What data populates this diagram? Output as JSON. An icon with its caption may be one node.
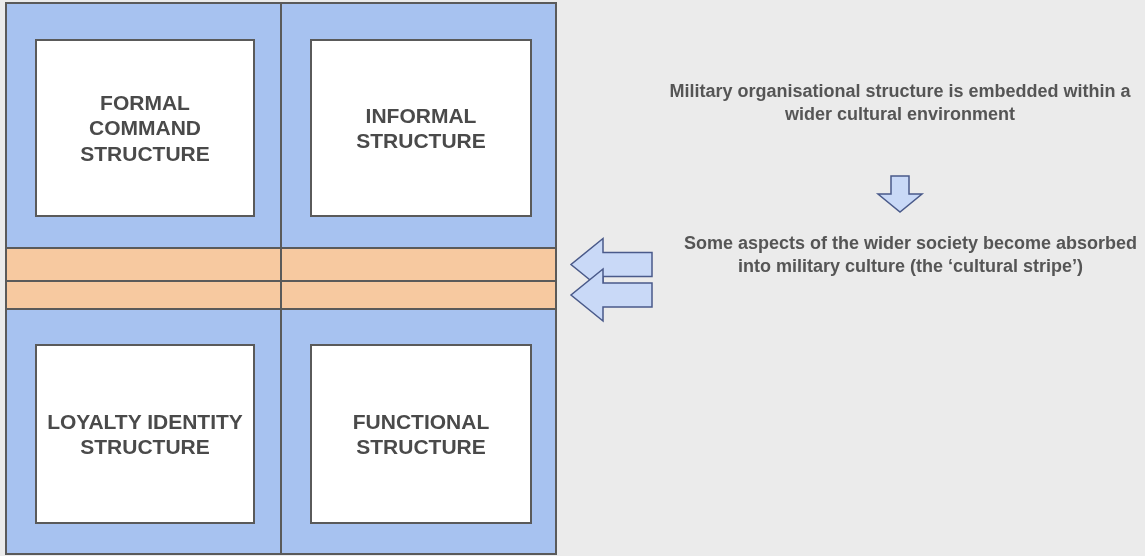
{
  "diagram": {
    "nodes": [
      {
        "text": [],
        "shape": "box"
      },
      {
        "text": [
          "FORMAL COMMAND STRUCTURE"
        ],
        "in": 0
      },
      {
        "text": [],
        "shape": "box"
      },
      {
        "text": [
          "INFORMAL STRUCTURE"
        ],
        "in": 2
      },
      {
        "text": [],
        "shape": "bar"
      },
      {
        "text": [],
        "shape": "bar"
      },
      {
        "text": [],
        "shape": "bar"
      },
      {
        "text": [],
        "shape": "bar"
      },
      {
        "text": [],
        "shape": "box"
      },
      {
        "text": [
          "LOYALTY IDENTITY STRUCTURE"
        ],
        "in": 8
      },
      {
        "text": [],
        "shape": "box"
      },
      {
        "text": [
          "FUNCTIONAL STRUCTURE"
        ],
        "in": 10
      },
      {
        "text": [
          "Military organisational structure is embedded within a wider cultural environment"
        ]
      },
      {
        "text": [
          "Some aspects of the wider society become absorbed into military culture (the ‘cultural stripe’)"
        ]
      }
    ],
    "edges": [
      {
        "from": 12,
        "to": 13,
        "arrow": "to"
      },
      {
        "from": 13,
        "to": 5,
        "arrow": "to"
      },
      {
        "from": 13,
        "to": 7,
        "arrow": "to"
      }
    ]
  }
}
